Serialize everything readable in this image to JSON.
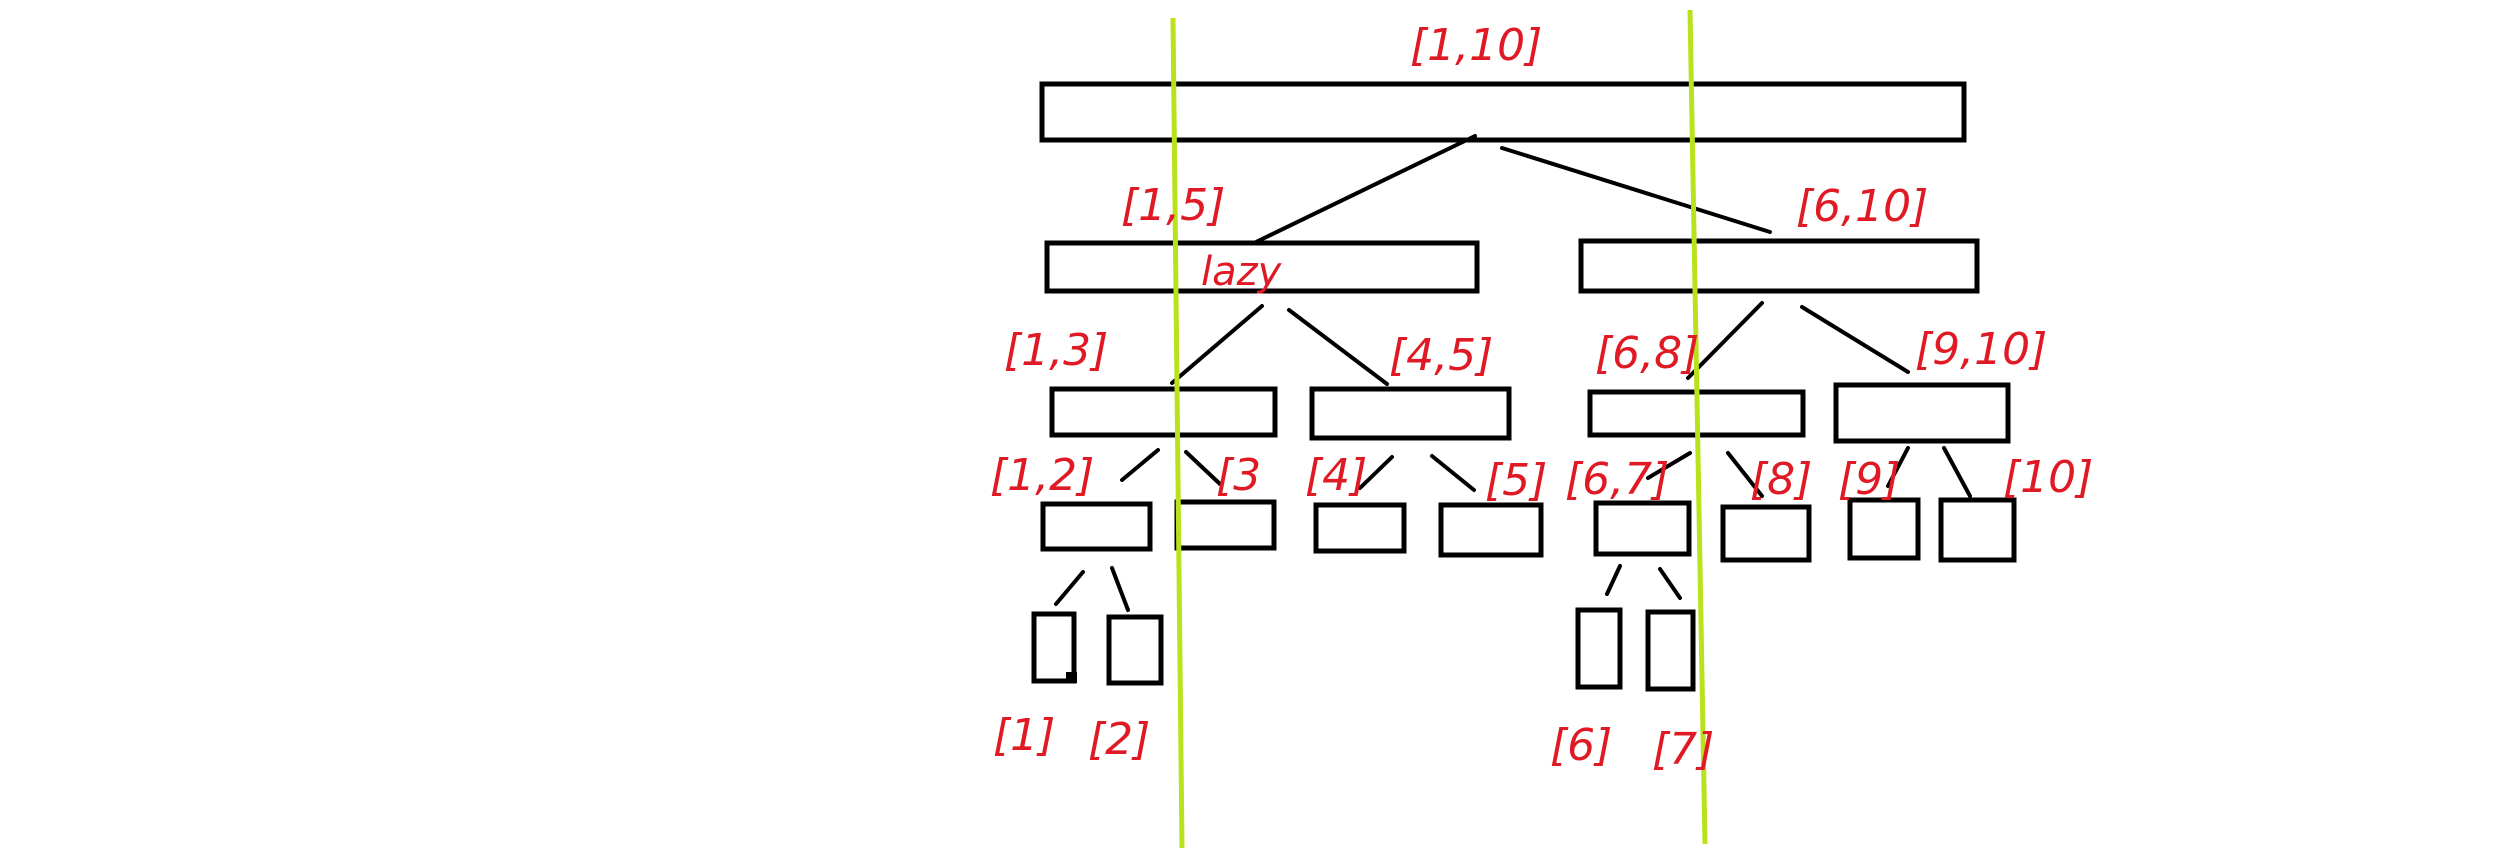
{
  "colors": {
    "label": "#e01a24",
    "divider": "#b9e11c",
    "box": "#000000"
  },
  "tree": {
    "labels": {
      "n1_10": "[1,10]",
      "n1_5": "[1,5]",
      "n6_10": "[6,10]",
      "n1_3": "[1,3]",
      "n4_5": "[4,5]",
      "n6_8": "[6,8]",
      "n9_10": "[9,10]",
      "n1_2": "[1,2]",
      "n3": "[3",
      "n4": "[4]",
      "n5": "[5]",
      "n6_7": "[6,7]",
      "n8": "[8]",
      "n9": "[9]",
      "n10": "[10]",
      "n1": "[1]",
      "n2": "[2]",
      "n6": "[6]",
      "n7": "[7]"
    },
    "annotation": "lazy"
  }
}
